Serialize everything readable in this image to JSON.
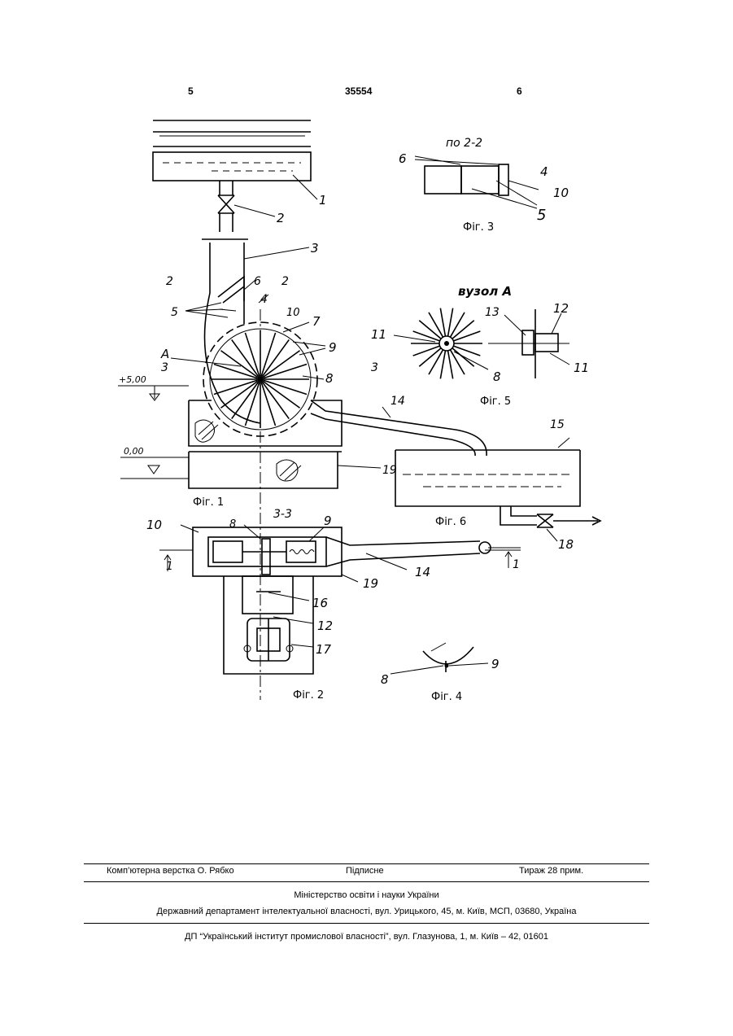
{
  "header": {
    "page_left": "5",
    "patent_number": "35554",
    "page_right": "6"
  },
  "drawing": {
    "fig1": "Фіг. 1",
    "fig2": "Фіг. 2",
    "fig3": "Фіг. 3",
    "fig4": "Фіг. 4",
    "fig5": "Фіг. 5",
    "fig6": "Фіг. 6",
    "section_2_2": "по 2-2",
    "node_a": "вузол А",
    "section_3_3": "3-3",
    "level_plus": "+5,00",
    "level_zero": "0,00",
    "label_a": "А",
    "marker_2": "2",
    "marker_3": "3",
    "marker_1": "1",
    "num_1": "1",
    "num_2": "2",
    "num_3": "3",
    "num_4": "4",
    "num_5": "5",
    "num_6": "6",
    "num_7": "7",
    "num_8": "8",
    "num_9": "9",
    "num_10": "10",
    "num_11": "11",
    "num_12": "12",
    "num_13": "13",
    "num_14": "14",
    "num_15": "15",
    "num_16": "16",
    "num_17": "17",
    "num_18": "18",
    "num_19": "19"
  },
  "imprint": {
    "layout_by": "Комп’ютерна верстка О. Рябко",
    "signed": "Підписне",
    "circulation": "Тираж 28 прим.",
    "ministry": "Міністерство освіти і науки України",
    "department": "Державний департамент інтелектуальної власності, вул. Урицького, 45, м. Київ, МСП, 03680, Україна",
    "institute": "ДП “Український інститут промислової власності”, вул. Глазунова, 1, м. Київ – 42, 01601"
  }
}
